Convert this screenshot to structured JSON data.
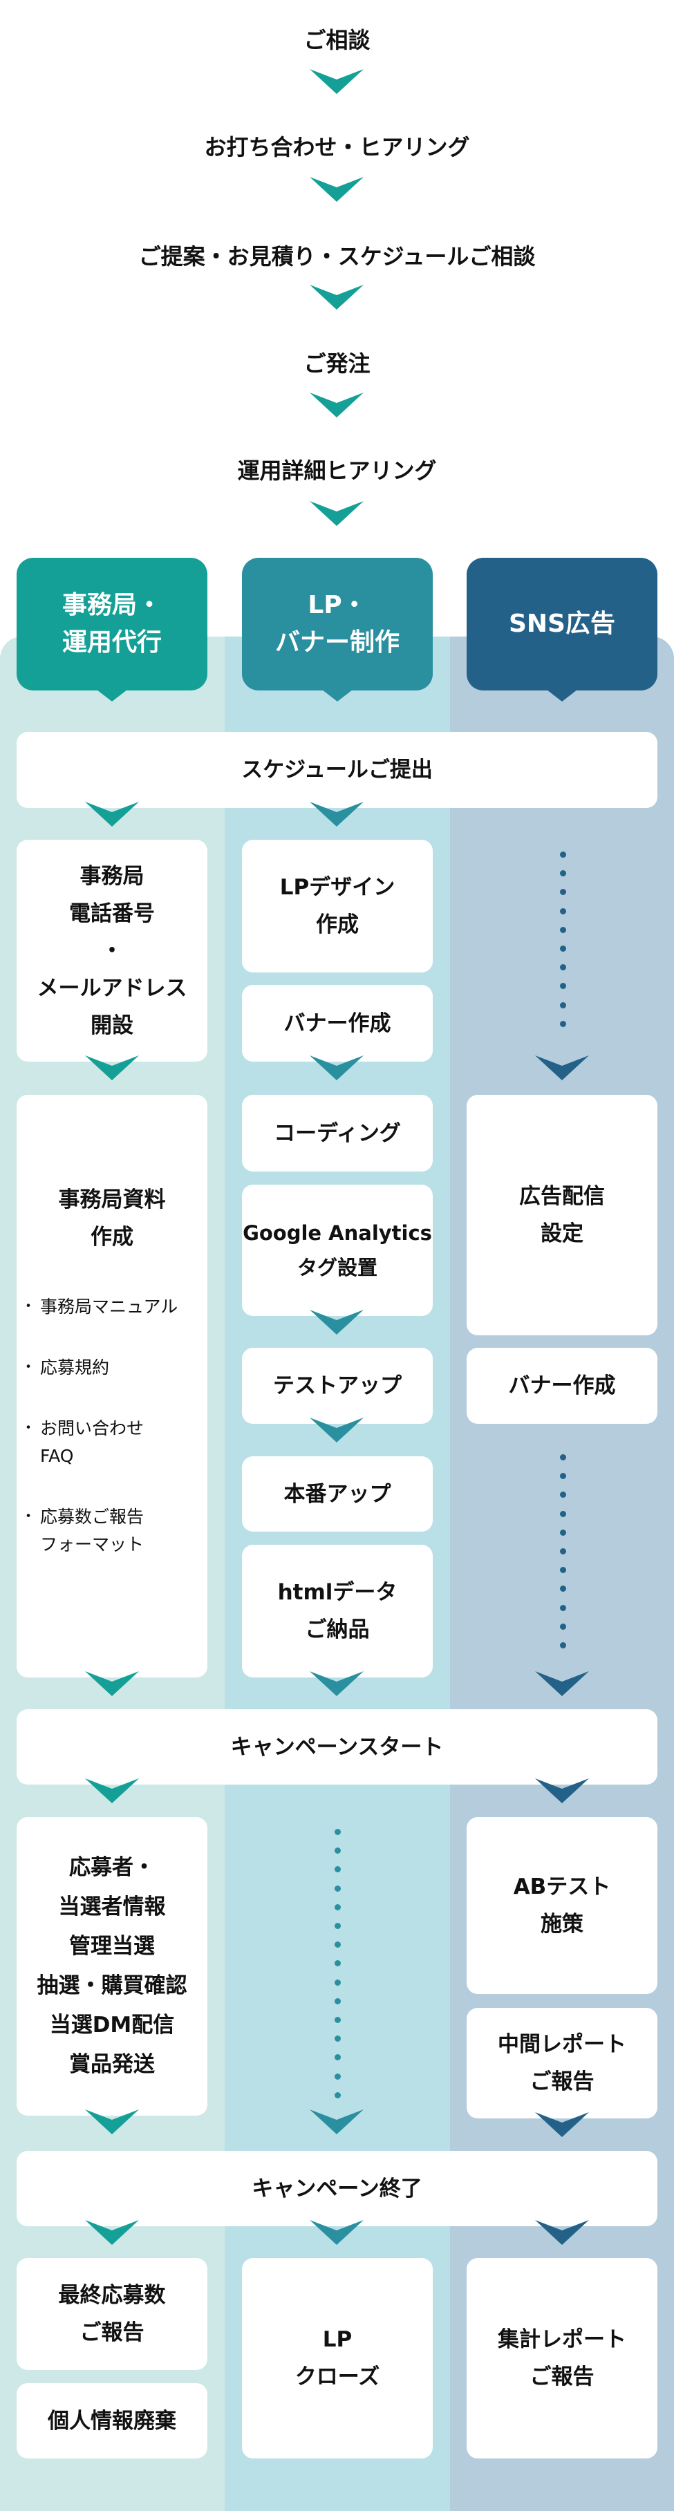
{
  "colors": {
    "col1": "#14a096",
    "col2": "#2a90a0",
    "col3": "#236188",
    "col1_bg": "#cde8e6",
    "col2_bg": "#b9e0e6",
    "col3_bg": "#b4ccdb"
  },
  "pre_steps": [
    "ご相談",
    "お打ち合わせ・ヒアリング",
    "ご提案・お見積り・スケジュールご相談",
    "ご発注",
    "運用詳細ヒアリング"
  ],
  "headers": [
    "事務局・\n運用代行",
    "LP・\nバナー制作",
    "SNS広告"
  ],
  "schedule": "スケジュールご提出",
  "col1": {
    "phone": "事務局\n電話番号\n・\nメールアドレス\n開設",
    "docs_title": "事務局資料\n作成",
    "docs_items": [
      "事務局マニュアル",
      "応募規約",
      "お問い合わせ\nFAQ",
      "応募数ご報告\nフォーマット"
    ],
    "manage": "応募者・\n当選者情報\n管理当選\n抽選・購買確認\n当選DM配信\n賞品発送",
    "final_report": "最終応募数\nご報告",
    "dispose": "個人情報廃棄"
  },
  "col2": {
    "lp_design": "LPデザイン\n作成",
    "banner": "バナー作成",
    "coding": "コーディング",
    "ga": "Google Analytics\nタグ設置",
    "test_up": "テストアップ",
    "prod_up": "本番アップ",
    "html": "htmlデータ\nご納品",
    "close": "LP\nクローズ"
  },
  "col3": {
    "ad_setup": "広告配信\n設定",
    "banner": "バナー作成",
    "ab_test": "ABテスト\n施策",
    "mid_report": "中間レポート\nご報告",
    "summary": "集計レポート\nご報告"
  },
  "campaign_start": "キャンペーンスタート",
  "campaign_end": "キャンペーン終了"
}
